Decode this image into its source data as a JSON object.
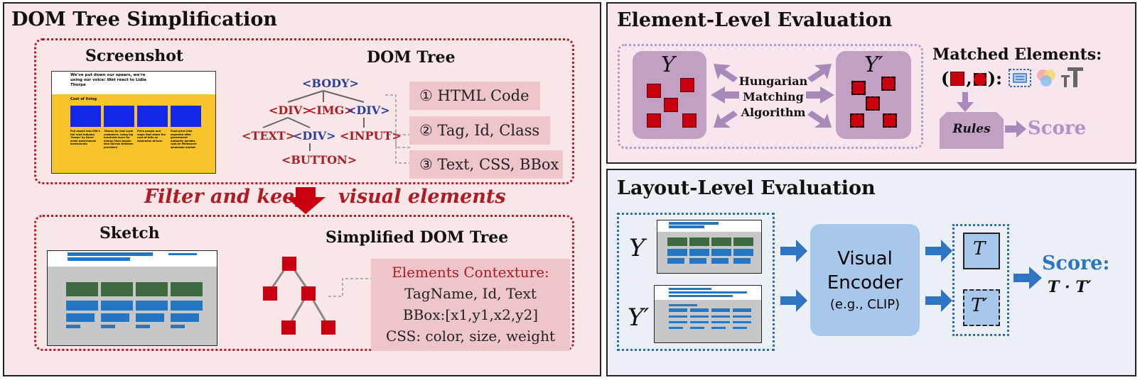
{
  "dom_panel": {
    "title": "DOM Tree Simplification",
    "screenshot_label": "Screenshot",
    "dom_tree_label": "DOM Tree",
    "tree_nodes": {
      "body": "<BODY>",
      "div1": "<DIV>",
      "img": "<IMG>",
      "div2": "<DIV>",
      "text": "<TEXT>",
      "div3": "<DIV>",
      "input": "<INPUT>",
      "button": "<BUTTON>"
    },
    "options": [
      "① HTML Code",
      "② Tag, Id, Class",
      "③ Text, CSS, BBox"
    ],
    "filter_left": "Filter and keep",
    "filter_right": "visual elements",
    "sketch_label": "Sketch",
    "simplified_label": "Simplified DOM Tree",
    "context": {
      "heading": "Elements Contexture:",
      "line1": "TagName,  Id, Text",
      "line2": "BBox:[x1,y1,x2,y2]",
      "line3": "CSS: color, size, weight"
    },
    "screenshot": {
      "headline": "We've put down our spears, we're using our voice: Wet react to Lidia Thorpe",
      "section": "Cost of living",
      "cards": [
        "Full report into ISW's toll road industry 'frozen' by three order government bureaucrats",
        "'Money for just Loyal customers, using big hundreds more for energy than people who borrow between providers'",
        "Price people and maps that share the cost of tolls on Australian drivers",
        "Fund price hike expected after government authority decides cost on Melbourne wholesale market"
      ]
    },
    "colors": {
      "panel_bg": "#f9e6e7",
      "accent_red": "#c0162a",
      "box_pink": "#eec5c8",
      "yellow": "#f7c52b",
      "card_blue": "#1228e6",
      "sketch_green": "#3d6a3f",
      "sketch_blue": "#2377c2"
    }
  },
  "element_panel": {
    "title": "Element-Level Evaluation",
    "y_label": "Y",
    "y_prime_label": "Y′",
    "algorithm": [
      "Hungarian",
      "Matching",
      "Algorithm"
    ],
    "matched_label": "Matched Elements:",
    "rules_label": "Rules",
    "score_label": "Score",
    "colors": {
      "panel_bg": "#f8e6ee",
      "box": "#c1a0c4",
      "arrow": "#a889b9",
      "score": "#b490c4"
    }
  },
  "layout_panel": {
    "title": "Layout-Level Evaluation",
    "y_label": "Y",
    "y_prime_label": "Y′",
    "encoder": {
      "line1": "Visual",
      "line2": "Encoder",
      "line3": "(e.g., CLIP)"
    },
    "t_label": "T",
    "t_prime_label": "T′",
    "score_label": "Score:",
    "score_formula": "T · T′",
    "colors": {
      "panel_bg": "#eaf0f5",
      "encoder": "#a7c8ea",
      "arrow": "#2f74c0",
      "score": "#2f74c0"
    }
  }
}
